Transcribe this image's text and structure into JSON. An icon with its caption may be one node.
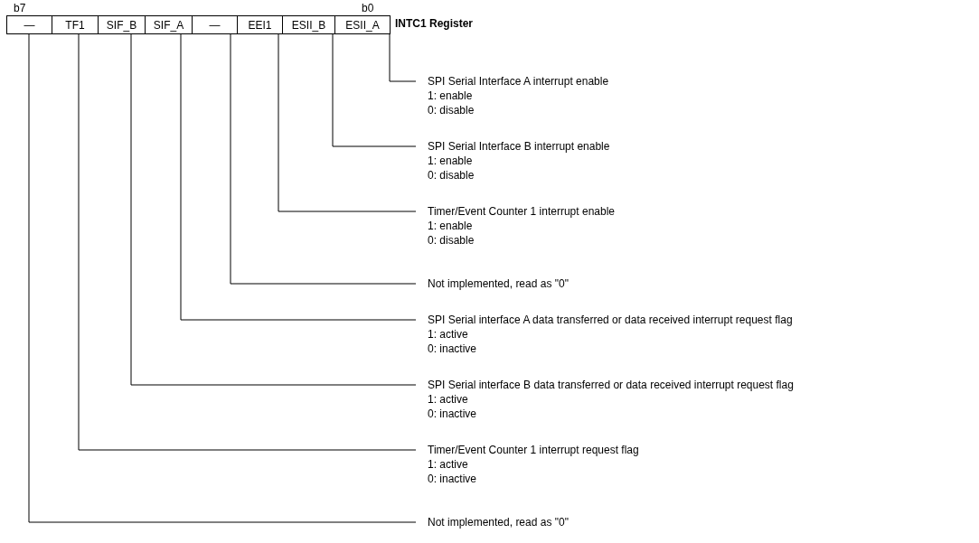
{
  "diagram": {
    "nodes": [
      {
        "text": [
          "—"
        ]
      },
      {
        "text": [
          "TF1"
        ]
      },
      {
        "text": [
          "SIF_B"
        ]
      },
      {
        "text": [
          "SIF_A"
        ]
      },
      {
        "text": [
          "—"
        ]
      },
      {
        "text": [
          "EEI1"
        ]
      },
      {
        "text": [
          "ESII_B"
        ]
      },
      {
        "text": [
          "ESII_A"
        ]
      },
      {
        "text": [
          "SPI Serial Interface A interrupt enable",
          "1: enable",
          "0: disable"
        ]
      },
      {
        "text": [
          "SPI Serial Interface B interrupt enable",
          "1: enable",
          "0: disable"
        ]
      },
      {
        "text": [
          "Timer/Event Counter 1 interrupt enable",
          "1: enable",
          "0: disable"
        ]
      },
      {
        "text": [
          "Not implemented, read as \"0\""
        ]
      },
      {
        "text": [
          "SPI Serial interface A data transferred or data received interrupt request flag",
          "1: active",
          "0: inactive"
        ]
      },
      {
        "text": [
          "SPI Serial interface B data transferred or data received interrupt request flag",
          "1: active",
          "0: inactive"
        ]
      },
      {
        "text": [
          "Timer/Event Counter 1 interrupt request flag",
          "1: active",
          "0: inactive"
        ]
      },
      {
        "text": [
          "Not implemented, read as \"0\""
        ]
      }
    ],
    "edges": [
      {
        "from": 8,
        "to": 7,
        "arrow": "none"
      },
      {
        "from": 9,
        "to": 6,
        "arrow": "none"
      },
      {
        "from": 10,
        "to": 5,
        "arrow": "none"
      },
      {
        "from": 11,
        "to": 4,
        "arrow": "none"
      },
      {
        "from": 12,
        "to": 3,
        "arrow": "none"
      },
      {
        "from": 13,
        "to": 2,
        "arrow": "none"
      },
      {
        "from": 14,
        "to": 1,
        "arrow": "none"
      },
      {
        "from": 15,
        "to": 0,
        "arrow": "none"
      }
    ],
    "labels": [
      "b7",
      "b0",
      "INTC1 Register"
    ]
  }
}
